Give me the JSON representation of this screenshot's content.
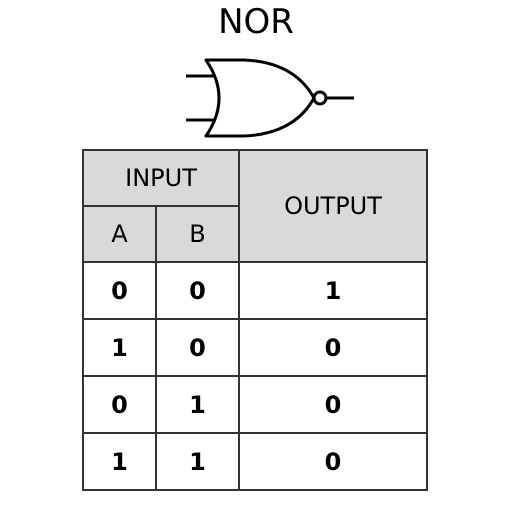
{
  "title": "NOR",
  "gate_symbol": "nor-gate",
  "table": {
    "input_label": "INPUT",
    "output_label": "OUTPUT",
    "column_labels": [
      "A",
      "B"
    ],
    "rows": [
      {
        "a": "0",
        "b": "0",
        "out": "1"
      },
      {
        "a": "1",
        "b": "0",
        "out": "0"
      },
      {
        "a": "0",
        "b": "1",
        "out": "0"
      },
      {
        "a": "1",
        "b": "1",
        "out": "0"
      }
    ]
  },
  "colors": {
    "header_fill": "#d9d9d9",
    "border": "#333333"
  }
}
